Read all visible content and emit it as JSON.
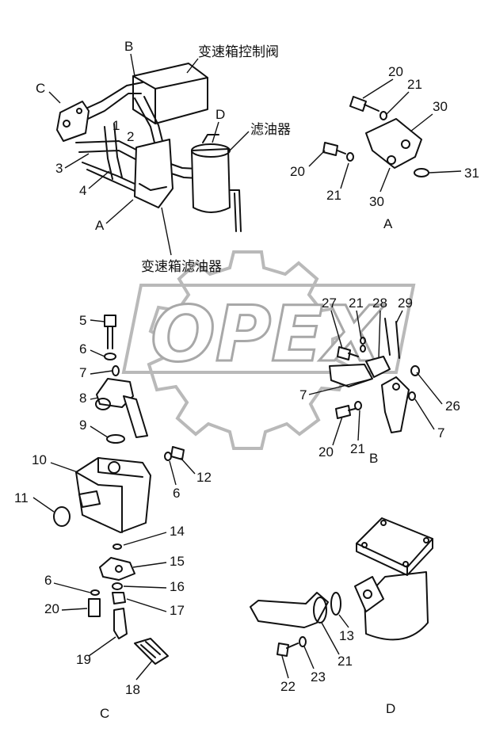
{
  "watermark": {
    "text": "OPEX"
  },
  "labels": {
    "title_valve": "变速箱控制阀",
    "title_filter": "滤油器",
    "title_trans_filter": "变速箱滤油器",
    "A_main": "A",
    "B_main": "B",
    "C_main": "C",
    "D_main": "D",
    "view_A": "A",
    "view_B": "B",
    "view_C": "C",
    "view_D": "D",
    "n1": "1",
    "n2": "2",
    "n3": "3",
    "n4": "4",
    "n5": "5",
    "n6a": "6",
    "n7a": "7",
    "n8": "8",
    "n9": "9",
    "n10": "10",
    "n11": "11",
    "n12": "12",
    "n6b": "6",
    "n14": "14",
    "n15": "15",
    "n6c": "6",
    "n16": "16",
    "n20c": "20",
    "n17": "17",
    "n19": "19",
    "n18": "18",
    "n20a1": "20",
    "n21a1": "21",
    "n30a1": "30",
    "n20a2": "20",
    "n21a2": "21",
    "n30a2": "30",
    "n31": "31",
    "n27": "27",
    "n21b1": "21",
    "n28": "28",
    "n29": "29",
    "n7b1": "7",
    "n26": "26",
    "n7b2": "7",
    "n20b": "20",
    "n21b2": "21",
    "n13": "13",
    "n21d": "21",
    "n22": "22",
    "n23": "23"
  }
}
